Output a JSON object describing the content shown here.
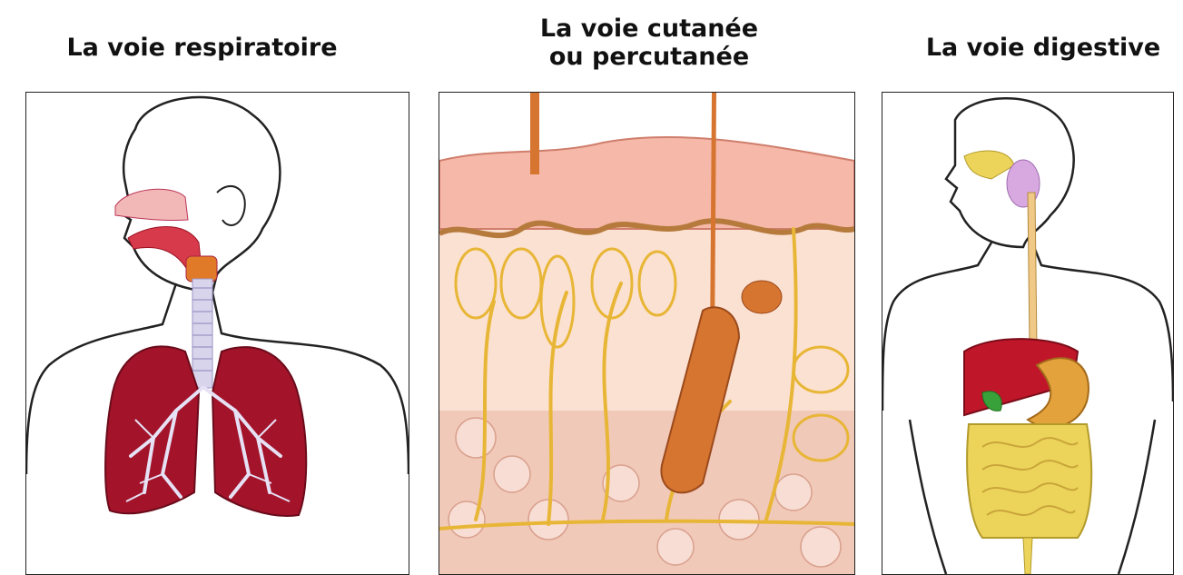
{
  "panels": [
    {
      "title_lines": [
        "La voie respiratoire"
      ],
      "illustration_icon": "respiratory-system-icon"
    },
    {
      "title_lines": [
        "La voie cutanée",
        "ou percutanée"
      ],
      "illustration_icon": "skin-cross-section-icon"
    },
    {
      "title_lines": [
        "La voie digestive"
      ],
      "illustration_icon": "digestive-system-icon"
    }
  ],
  "colors": {
    "lung": "#a3142a",
    "trachea": "#d8d4ec",
    "larynx": "#e07a28",
    "nasal": "#f2b8b8",
    "liver": "#c0162a",
    "stomach": "#e3a23c",
    "intestine": "#ecd45a",
    "gallbladder": "#39a13a",
    "esophagus": "#f0c987",
    "saliva": "#dfd6f0",
    "skin_epidermis": "#f6b8a8",
    "skin_dermis": "#fbe1d2",
    "nerve": "#e8b636",
    "hair": "#d6752f",
    "fat": "#f1c9b9"
  }
}
